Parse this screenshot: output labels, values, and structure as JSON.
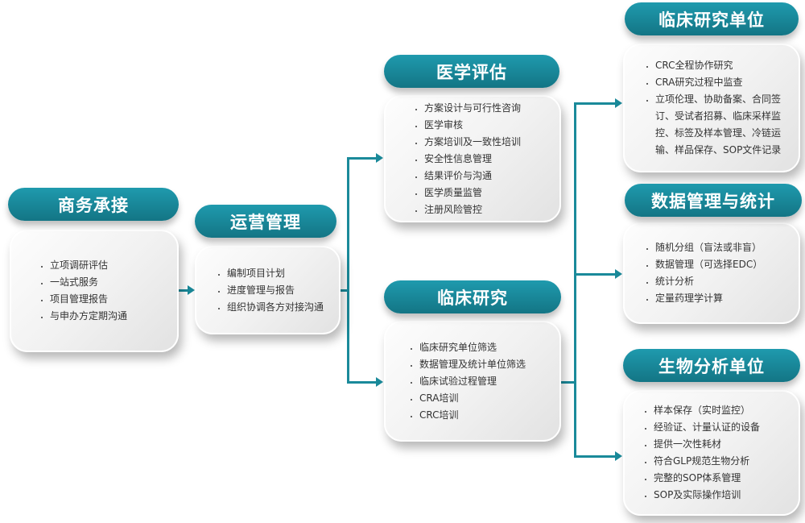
{
  "nodes": {
    "business": {
      "title": "商务承接",
      "items": [
        "立项调研评估",
        "一站式服务",
        "项目管理报告",
        "与申办方定期沟通"
      ]
    },
    "operations": {
      "title": "运营管理",
      "items": [
        "编制项目计划",
        "进度管理与报告",
        "组织协调各方对接沟通"
      ]
    },
    "medical": {
      "title": "医学评估",
      "items": [
        "方案设计与可行性咨询",
        "医学审核",
        "方案培训及一致性培训",
        "安全性信息管理",
        "结果评价与沟通",
        "医学质量监管",
        "注册风险管控"
      ]
    },
    "clinical": {
      "title": "临床研究",
      "items": [
        "临床研究单位筛选",
        "数据管理及统计单位筛选",
        "临床试验过程管理",
        "CRA培训",
        "CRC培训"
      ]
    },
    "site": {
      "title": "临床研究单位",
      "items": [
        "CRC全程协作研究",
        "CRA研究过程中监查",
        "立项伦理、协助备案、合同签订、受试者招募、临床采样监控、标签及样本管理、冷链运输、样品保存、SOP文件记录"
      ]
    },
    "data": {
      "title": "数据管理与统计",
      "items": [
        "随机分组（盲法或非盲）",
        "数据管理（可选择EDC）",
        "统计分析",
        "定量药理学计算"
      ]
    },
    "bio": {
      "title": "生物分析单位",
      "items": [
        "样本保存（实时监控）",
        "经验证、计量认证的设备",
        "提供一次性耗材",
        "符合GLP规范生物分析",
        "完整的SOP体系管理",
        "SOP及实际操作培训"
      ]
    }
  },
  "colors": {
    "accent": "#1a8a9a"
  }
}
